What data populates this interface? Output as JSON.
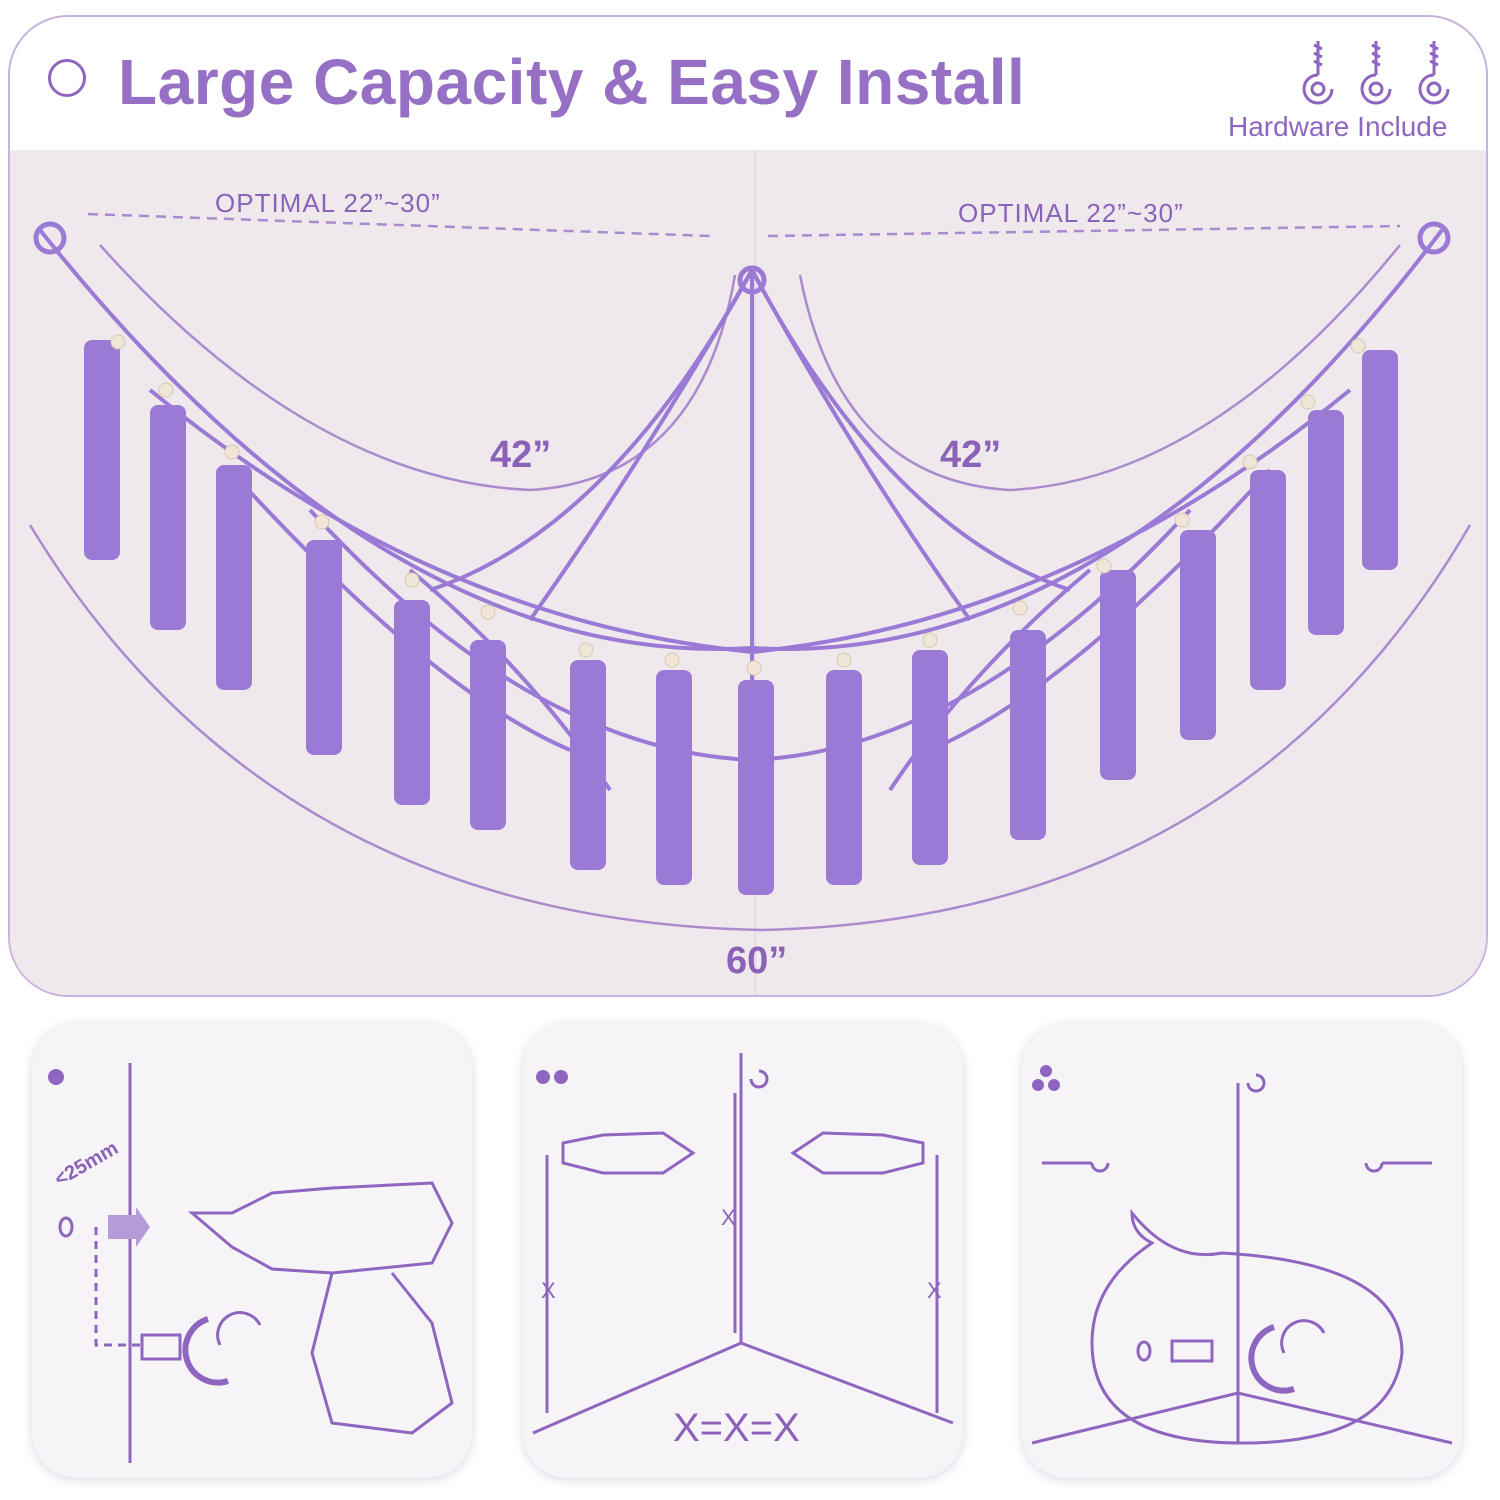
{
  "header": {
    "title": "Large Capacity & Easy Install",
    "hardware_label": "Hardware Include",
    "hardware_icon": "screw-hook-icon"
  },
  "dimensions": {
    "optimal_left": "OPTIMAL 22”~30”",
    "optimal_right": "OPTIMAL 22”~30”",
    "side_left": "42”",
    "side_right": "42”",
    "bottom": "60”"
  },
  "steps": [
    {
      "dots": 1,
      "label": "<25mm"
    },
    {
      "dots": 2,
      "x_label": "X",
      "equation": "X=X=X"
    },
    {
      "dots": 3
    }
  ],
  "colors": {
    "accent": "#8f66bf",
    "net": "#9a7ad4",
    "wall": "#efe8ec"
  }
}
